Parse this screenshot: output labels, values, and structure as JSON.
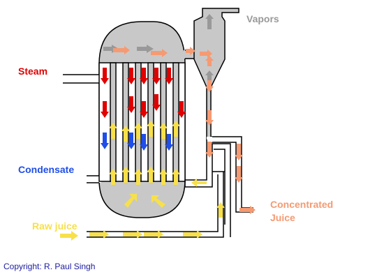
{
  "labels": {
    "steam": "Steam",
    "condensate": "Condensate",
    "raw_juice": "Raw juice",
    "vapors": "Vapors",
    "concentrated_line1": "Concentrated",
    "concentrated_line2": "Juice",
    "copyright": "Copyright: R. Paul Singh"
  },
  "colors": {
    "steam": "#e00000",
    "condensate": "#1f4ee8",
    "raw_juice": "#f7e04a",
    "vapors": "#999999",
    "concentrated_juice": "#f59a72",
    "copyright": "#1a1aa0",
    "vessel_fill": "#c8c8c8",
    "outline": "#000000"
  }
}
